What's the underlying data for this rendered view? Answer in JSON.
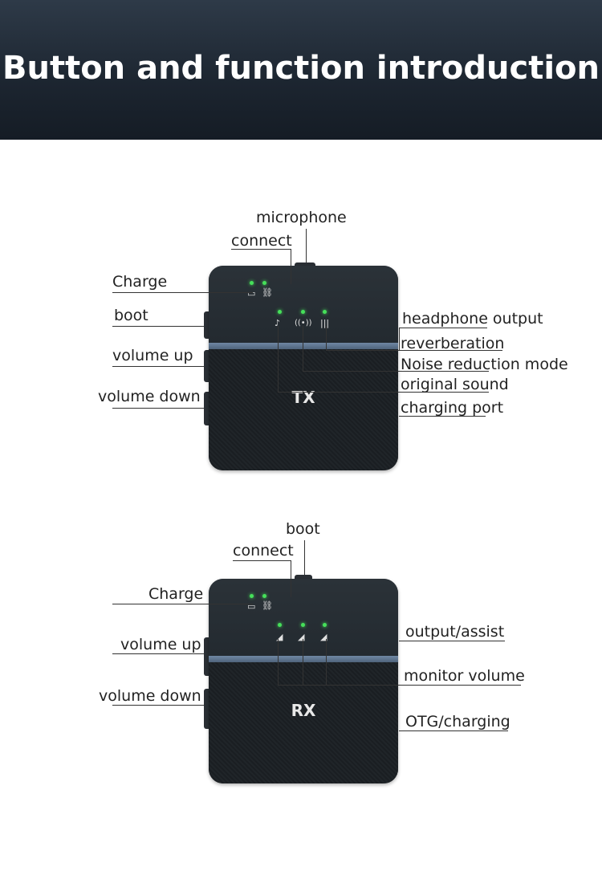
{
  "header": {
    "title": "Button and function introduction"
  },
  "tx": {
    "mark": "TX",
    "labels": {
      "microphone": "microphone",
      "connect": "connect",
      "charge": "Charge",
      "boot": "boot",
      "volume_up": "volume up",
      "volume_down": "volume down",
      "headphone_output": "headphone output",
      "reverberation": "reverberation",
      "noise_reduction": "Noise reduction mode",
      "original_sound": "original sound",
      "charging_port": "charging port"
    }
  },
  "rx": {
    "mark": "RX",
    "labels": {
      "boot": "boot",
      "connect": "connect",
      "charge": "Charge",
      "volume_up": "volume up",
      "volume_down": "volume down",
      "output_assist": "output/assist",
      "monitor_volume": "monitor volume",
      "otg_charging": "OTG/charging"
    }
  },
  "icons": {
    "battery": "battery-icon",
    "link": "link-icon",
    "music": "music-note-icon",
    "broadcast": "broadcast-icon",
    "soundwave": "soundwave-icon",
    "volume_level": "volume-level-icon"
  },
  "colors": {
    "led": "#46e05a",
    "banner": "#1c2530",
    "accent_strip": "#5f7893"
  }
}
